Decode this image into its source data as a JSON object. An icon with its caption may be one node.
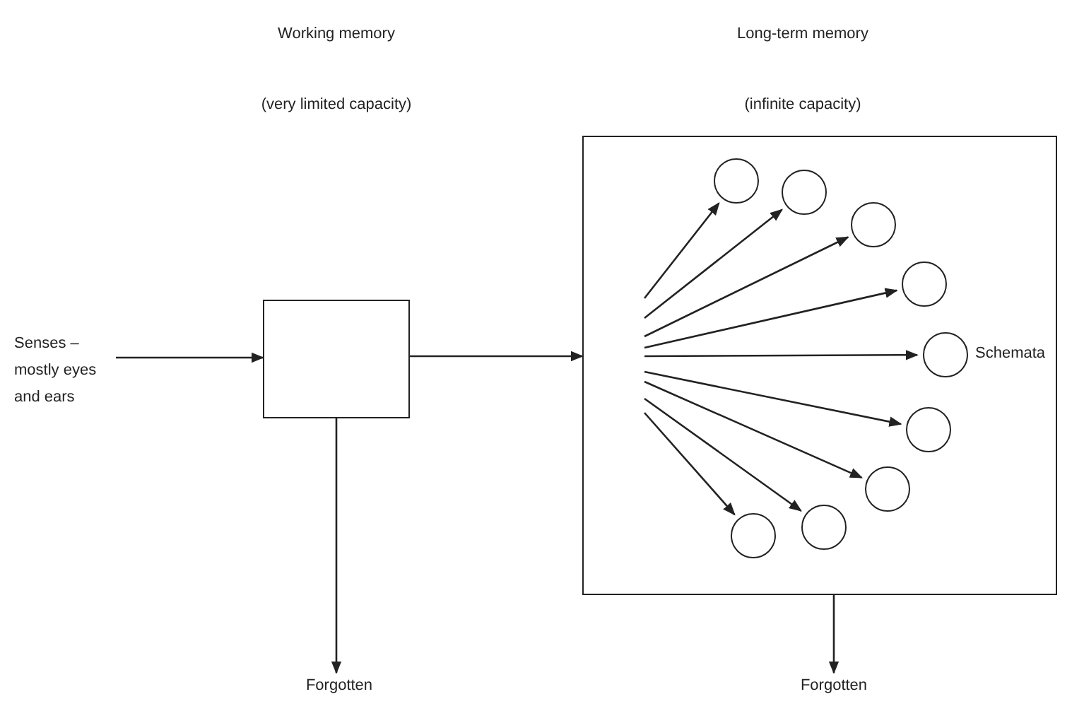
{
  "diagram": {
    "nodes": [
      {
        "text": [
          "Senses – mostly eyes and ears"
        ]
      },
      {
        "text": [],
        "shape": "box"
      },
      {
        "text": [],
        "shape": "box"
      },
      {
        "text": [
          "Forgotten"
        ]
      },
      {
        "text": [
          "Forgotten"
        ]
      },
      {
        "text": [],
        "shape": "circle",
        "in": 2
      },
      {
        "text": [],
        "shape": "circle",
        "in": 2
      },
      {
        "text": [],
        "shape": "circle",
        "in": 2
      },
      {
        "text": [],
        "shape": "circle",
        "in": 2
      },
      {
        "text": [],
        "shape": "circle",
        "in": 2,
        "beside": [
          "Schemata"
        ]
      },
      {
        "text": [],
        "shape": "circle",
        "in": 2
      },
      {
        "text": [],
        "shape": "circle",
        "in": 2
      },
      {
        "text": [],
        "shape": "circle",
        "in": 2
      },
      {
        "text": [],
        "shape": "circle",
        "in": 2
      }
    ],
    "edges": [
      {
        "from": 0,
        "to": 1,
        "arrow": "to"
      },
      {
        "from": 1,
        "to": 2,
        "arrow": "to"
      },
      {
        "from": 1,
        "to": 3,
        "arrow": "to"
      },
      {
        "from": 2,
        "to": 4,
        "arrow": "to"
      },
      {
        "from": null,
        "to": 5,
        "arrow": "to"
      },
      {
        "from": null,
        "to": 6,
        "arrow": "to"
      },
      {
        "from": null,
        "to": 7,
        "arrow": "to"
      },
      {
        "from": null,
        "to": 8,
        "arrow": "to"
      },
      {
        "from": null,
        "to": 9,
        "arrow": "to"
      },
      {
        "from": null,
        "to": 10,
        "arrow": "to"
      },
      {
        "from": null,
        "to": 11,
        "arrow": "to"
      },
      {
        "from": null,
        "to": 12,
        "arrow": "to"
      },
      {
        "from": null,
        "to": 13,
        "arrow": "to"
      }
    ],
    "labels": [
      "Working memory",
      "Long-term memory",
      "(very limited capacity)",
      "(infinite capacity)"
    ]
  }
}
